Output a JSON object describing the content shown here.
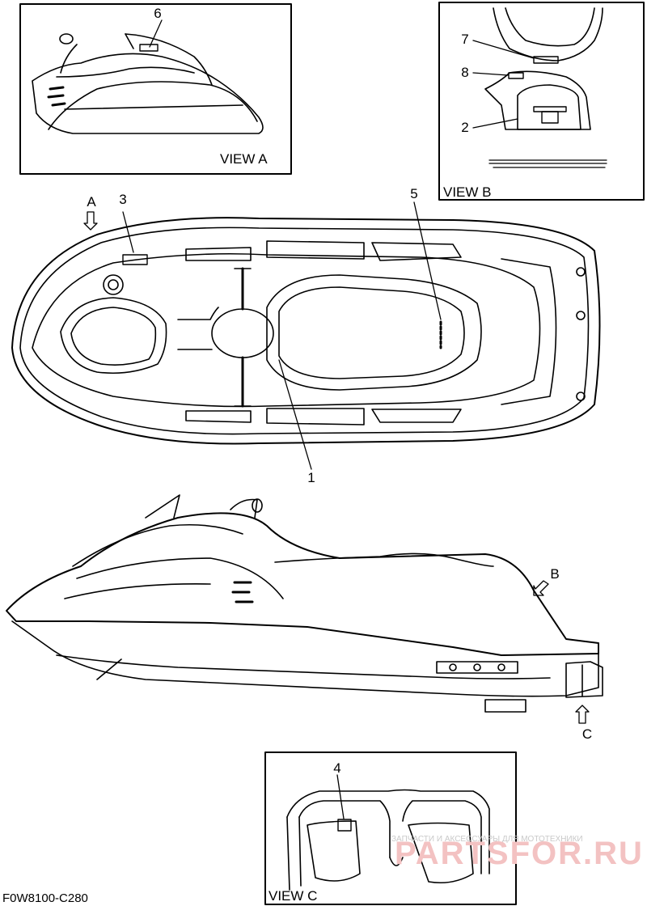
{
  "views": {
    "a": "VIEW A",
    "b": "VIEW B",
    "c": "VIEW C"
  },
  "arrows": {
    "a": "A",
    "b": "B",
    "c": "C"
  },
  "callouts": {
    "n1": "1",
    "n2": "2",
    "n3": "3",
    "n4": "4",
    "n5": "5",
    "n6": "6",
    "n7": "7",
    "n8": "8"
  },
  "diagram_code": "F0W8100-C280",
  "watermark": {
    "small": "ЗАПЧАСТИ И АКСЕССУАРЫ ДЛЯ МОТОТЕХНИКИ",
    "big": "PARTSFOR.RU"
  }
}
